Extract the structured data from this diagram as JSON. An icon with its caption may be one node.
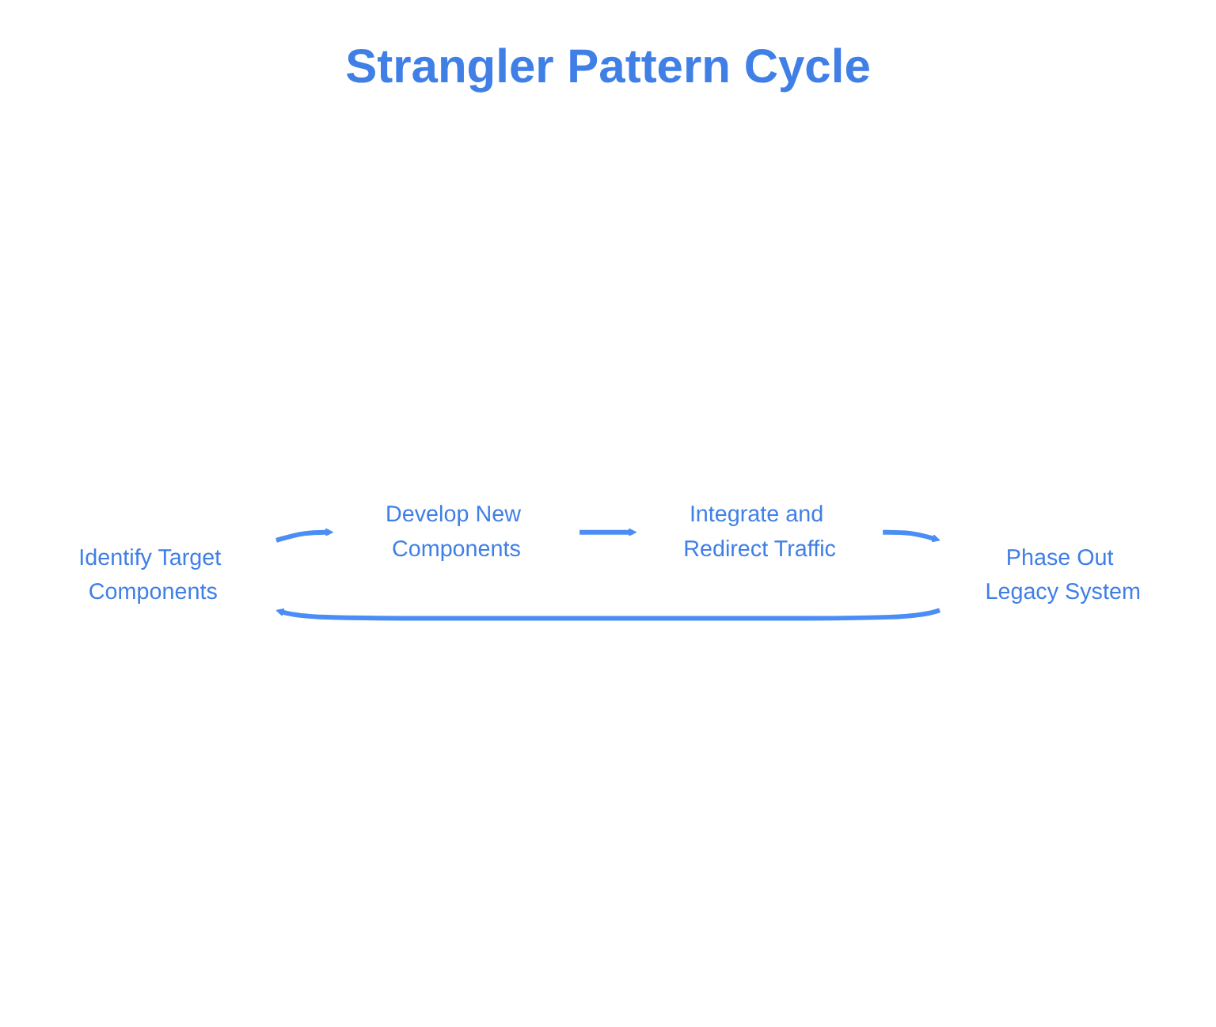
{
  "diagram": {
    "title": "Strangler Pattern Cycle",
    "nodes": [
      {
        "text": [
          "Identify Target Components"
        ]
      },
      {
        "text": [
          "Develop New Components"
        ]
      },
      {
        "text": [
          "Integrate and Redirect Traffic"
        ]
      },
      {
        "text": [
          "Phase Out Legacy System"
        ]
      }
    ],
    "edges": [
      {
        "from": 0,
        "to": 1,
        "arrow": "to"
      },
      {
        "from": 1,
        "to": 2,
        "arrow": "to"
      },
      {
        "from": 2,
        "to": 3,
        "arrow": "to"
      },
      {
        "from": 3,
        "to": 0,
        "arrow": "to"
      }
    ]
  }
}
